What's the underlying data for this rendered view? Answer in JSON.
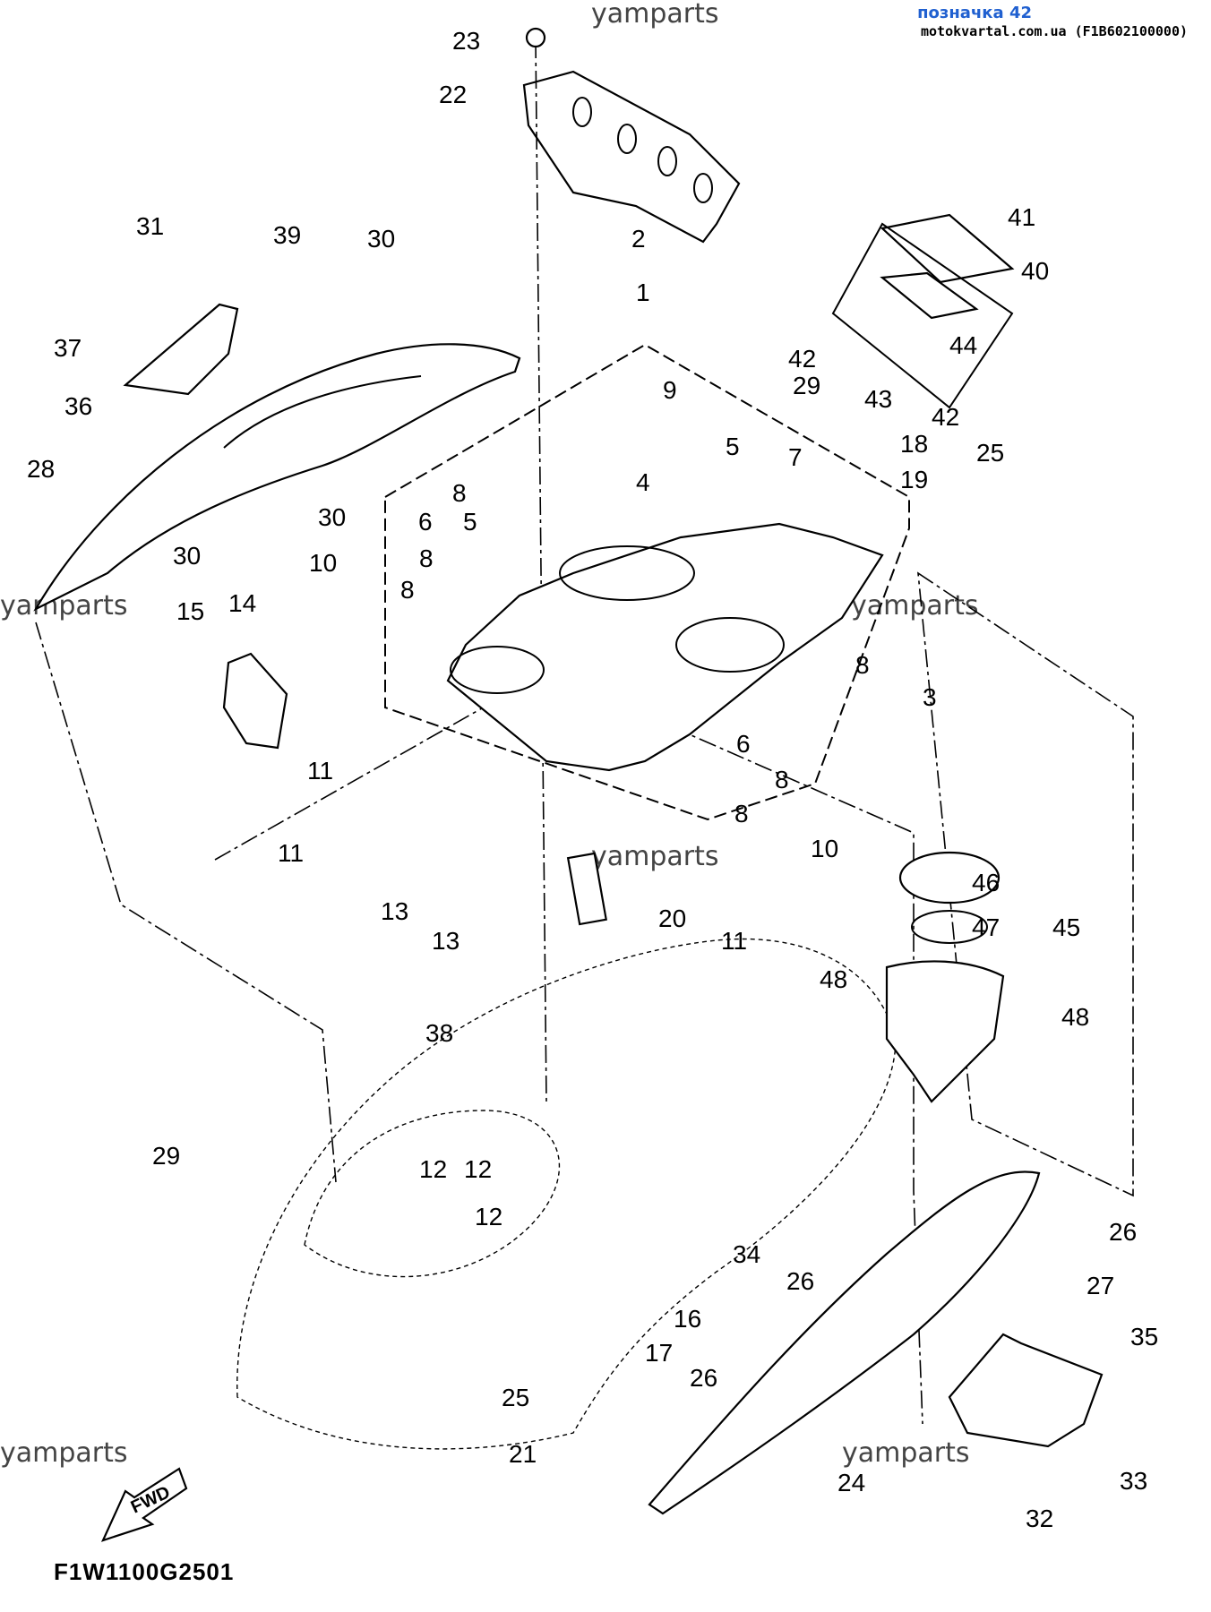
{
  "header": {
    "link_text": "позначка 42",
    "site_text": "motokvartal.com.ua (F1B602100000)"
  },
  "watermarks": [
    "yamparts",
    "yamparts",
    "yamparts",
    "yamparts",
    "yamparts",
    "yamparts"
  ],
  "diagram_code": "F1W1100G2501",
  "fwd_label": "FWD",
  "callouts": [
    {
      "id": "23",
      "text": "23"
    },
    {
      "id": "22",
      "text": "22"
    },
    {
      "id": "2",
      "text": "2"
    },
    {
      "id": "1",
      "text": "1"
    },
    {
      "id": "41",
      "text": "41"
    },
    {
      "id": "40",
      "text": "40"
    },
    {
      "id": "31",
      "text": "31"
    },
    {
      "id": "39",
      "text": "39"
    },
    {
      "id": "30a",
      "text": "30"
    },
    {
      "id": "37",
      "text": "37"
    },
    {
      "id": "36",
      "text": "36"
    },
    {
      "id": "44",
      "text": "44"
    },
    {
      "id": "42a",
      "text": "42"
    },
    {
      "id": "43",
      "text": "43"
    },
    {
      "id": "42b",
      "text": "42"
    },
    {
      "id": "9",
      "text": "9"
    },
    {
      "id": "29a",
      "text": "29"
    },
    {
      "id": "18",
      "text": "18"
    },
    {
      "id": "19",
      "text": "19"
    },
    {
      "id": "25a",
      "text": "25"
    },
    {
      "id": "5a",
      "text": "5"
    },
    {
      "id": "7",
      "text": "7"
    },
    {
      "id": "4",
      "text": "4"
    },
    {
      "id": "28",
      "text": "28"
    },
    {
      "id": "30b",
      "text": "30"
    },
    {
      "id": "8a",
      "text": "8"
    },
    {
      "id": "6a",
      "text": "6"
    },
    {
      "id": "5b",
      "text": "5"
    },
    {
      "id": "8b",
      "text": "8"
    },
    {
      "id": "10a",
      "text": "10"
    },
    {
      "id": "8c",
      "text": "8"
    },
    {
      "id": "30c",
      "text": "30"
    },
    {
      "id": "15",
      "text": "15"
    },
    {
      "id": "14",
      "text": "14"
    },
    {
      "id": "8d",
      "text": "8"
    },
    {
      "id": "3",
      "text": "3"
    },
    {
      "id": "11a",
      "text": "11"
    },
    {
      "id": "6b",
      "text": "6"
    },
    {
      "id": "8e",
      "text": "8"
    },
    {
      "id": "8f",
      "text": "8"
    },
    {
      "id": "11b",
      "text": "11"
    },
    {
      "id": "10b",
      "text": "10"
    },
    {
      "id": "13a",
      "text": "13"
    },
    {
      "id": "13b",
      "text": "13"
    },
    {
      "id": "46",
      "text": "46"
    },
    {
      "id": "20",
      "text": "20"
    },
    {
      "id": "11c",
      "text": "11"
    },
    {
      "id": "47",
      "text": "47"
    },
    {
      "id": "45",
      "text": "45"
    },
    {
      "id": "48a",
      "text": "48"
    },
    {
      "id": "38",
      "text": "38"
    },
    {
      "id": "48b",
      "text": "48"
    },
    {
      "id": "29b",
      "text": "29"
    },
    {
      "id": "12a",
      "text": "12"
    },
    {
      "id": "12b",
      "text": "12"
    },
    {
      "id": "12c",
      "text": "12"
    },
    {
      "id": "26a",
      "text": "26"
    },
    {
      "id": "34",
      "text": "34"
    },
    {
      "id": "26b",
      "text": "26"
    },
    {
      "id": "27",
      "text": "27"
    },
    {
      "id": "16",
      "text": "16"
    },
    {
      "id": "17",
      "text": "17"
    },
    {
      "id": "35",
      "text": "35"
    },
    {
      "id": "25b",
      "text": "25"
    },
    {
      "id": "26c",
      "text": "26"
    },
    {
      "id": "21",
      "text": "21"
    },
    {
      "id": "33",
      "text": "33"
    },
    {
      "id": "24",
      "text": "24"
    },
    {
      "id": "32",
      "text": "32"
    }
  ]
}
